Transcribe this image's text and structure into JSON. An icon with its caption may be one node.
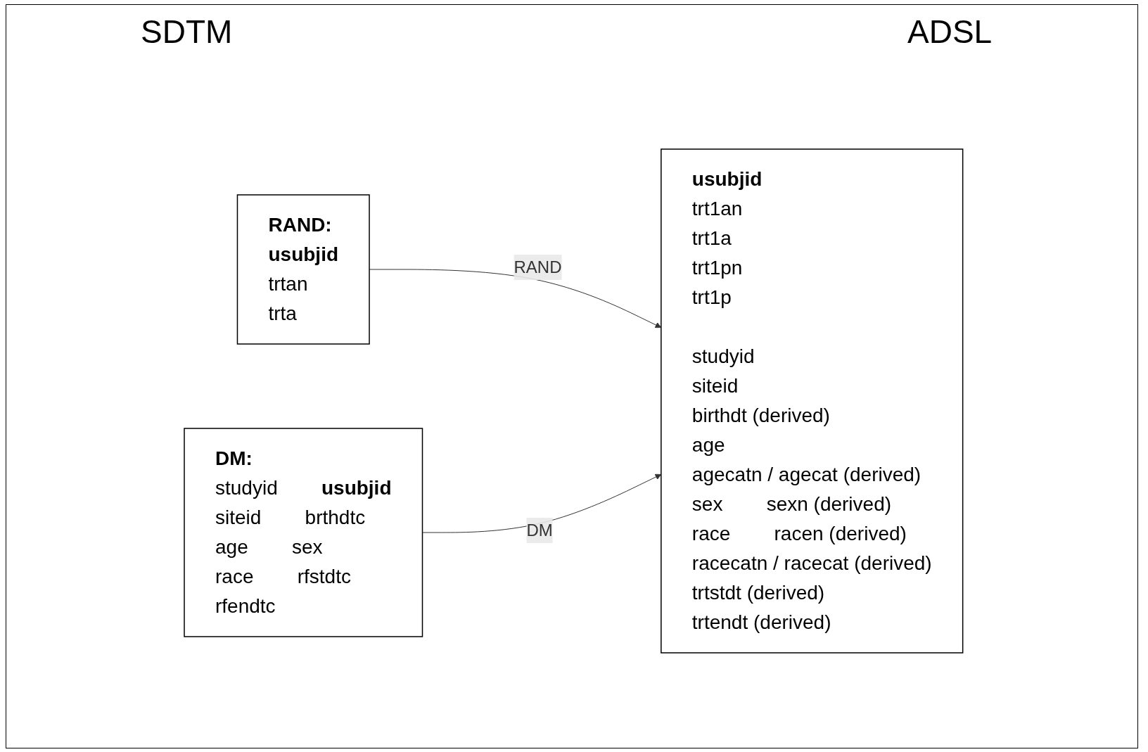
{
  "diagram": {
    "nodes": [
      {
        "text": [
          "RAND:",
          "usubjid",
          "trtan",
          "trta"
        ]
      },
      {
        "text": [
          "DM:",
          "studyid",
          "usubjid",
          "siteid",
          "brthdtc",
          "age",
          "sex",
          "race",
          "rfstdtc",
          "rfendtc"
        ]
      },
      {
        "text": [
          "usubjid",
          "trt1an",
          "trt1a",
          "trt1pn",
          "trt1p",
          "studyid",
          "siteid",
          "birthdt (derived)",
          "age",
          "agecatn / agecat (derived)",
          "sex",
          "sexn (derived)",
          "race",
          "racen (derived)",
          "racecatn / racecat (derived)",
          "trtstdt (derived)",
          "trtendt (derived)"
        ]
      }
    ],
    "edges": [
      {
        "from": 0,
        "to": 2,
        "arrow": "to",
        "label": "RAND"
      },
      {
        "from": 1,
        "to": 2,
        "arrow": "to",
        "label": "DM"
      }
    ],
    "labels": [
      "SDTM",
      "ADSL"
    ]
  }
}
